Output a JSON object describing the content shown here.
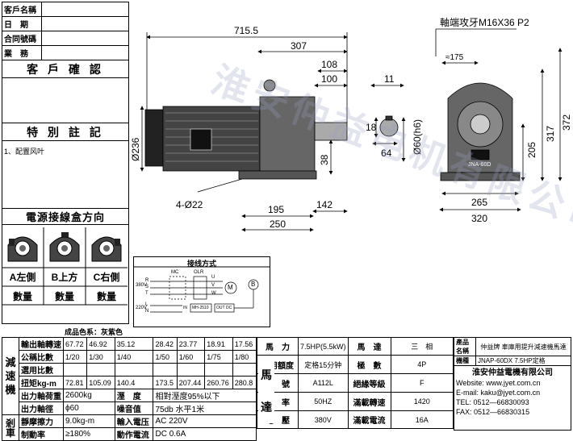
{
  "customer_info": {
    "rows": [
      "客戶名稱",
      "日　期",
      "合同號碼",
      "業　務"
    ],
    "confirm_title": "客 戶 確 認",
    "notes_title": "特 別 註 記",
    "note": "1、配置风叶"
  },
  "junction_box": {
    "title": "電源接線盒方向",
    "options": [
      {
        "label": "A左側",
        "qty": "數量"
      },
      {
        "label": "B上方",
        "qty": "數量"
      },
      {
        "label": "C右側",
        "qty": "數量"
      }
    ]
  },
  "wiring": {
    "title": "接线方式",
    "v380": "380V",
    "v220": "220V",
    "mc": "MC",
    "olr": "OLR",
    "terminals": [
      "R",
      "S",
      "T",
      "L",
      "N"
    ],
    "motor_terminals": [
      "U",
      "V",
      "W"
    ],
    "motor": "M",
    "brake": "B",
    "in": "IN",
    "rectifier": "MH-2510",
    "out": "OUT",
    "dc": "DC"
  },
  "drawing": {
    "dims": {
      "overall_length": "715.5",
      "d307": "307",
      "d108": "108",
      "d100": "100",
      "d236": "Ø236",
      "d38": "38",
      "holes": "4-Ø22",
      "d195": "195",
      "d142": "142",
      "d250": "250",
      "d11": "11",
      "d18": "18",
      "d64": "64",
      "shaft": "Ø60(h6)",
      "thread": "軸端攻牙M16X36 P2",
      "d175": "≈175",
      "d205": "205",
      "d317": "317",
      "d372": "372",
      "d265": "265",
      "d320": "320"
    },
    "nameplate": "JNA-60D",
    "watermark": "淮安仲益电机有限公司"
  },
  "reducer": {
    "side_label": "減速機",
    "color_label": "成品色系：灰紫色",
    "ratio_out_label": "輸出軸轉速",
    "ratio_out": [
      "67.72",
      "46.92",
      "35.12",
      "28.42",
      "23.77",
      "18.91",
      "17.56"
    ],
    "ratio_label": "公稱比數",
    "ratios": [
      "1/20",
      "1/30",
      "1/40",
      "1/50",
      "1/60",
      "1/75",
      "1/80"
    ],
    "selected_label": "選用比數",
    "torque_label": "扭矩kg-m",
    "torques": [
      "72.81",
      "105.09",
      "140.4",
      "173.5",
      "207.44",
      "260.76",
      "280.8"
    ],
    "load_label": "出力軸荷重",
    "load": "2600kg",
    "humidity_label": "溼　度",
    "humidity": "相對溼度95%以下",
    "shaft_label": "出力軸徑",
    "shaft": "ϕ60",
    "noise_label": "噪音值",
    "noise": "75db 水平1米"
  },
  "brake": {
    "side_label": "剎車",
    "torque_label": "靜摩擦力",
    "torque": "9.0kg-m",
    "voltage_label": "輸入電压",
    "voltage": "AC 220V",
    "rate_label": "制動率",
    "rate": "≥180%",
    "current_label": "動作電流",
    "current": "DC 0.6A"
  },
  "motor": {
    "side_label": "馬達",
    "power_label": "馬　力",
    "power": "7.5HP(5.5kW)",
    "phase_label": "馬　達",
    "phase": "三　相",
    "rating_label": "使用額度",
    "rating": "定格15分钟",
    "poles_label": "極　數",
    "poles": "4P",
    "frame_label": "框　號",
    "frame": "A112L",
    "insulation_label": "絕緣等級",
    "insulation": "F",
    "freq_label": "頻　率",
    "freq": "50HZ",
    "speed_label": "滿載轉速",
    "speed": "1420",
    "volt_label": "電　壓",
    "volt": "380V",
    "current_label": "滿載電流",
    "current": "16A"
  },
  "product": {
    "name_label": "產品名稱",
    "name": "仲益牌 車庫用提升減速機馬達",
    "model_label": "機種",
    "model": "JNAP-60DX 7.5HP定格"
  },
  "company": {
    "name": "淮安仲益電機有限公司",
    "website": "Website: www.jyet.com.cn",
    "email": "E-mail: kaku@jyet.com.cn",
    "tel": "TEL: 0512—66830093",
    "fax": "FAX: 0512—66830315"
  }
}
